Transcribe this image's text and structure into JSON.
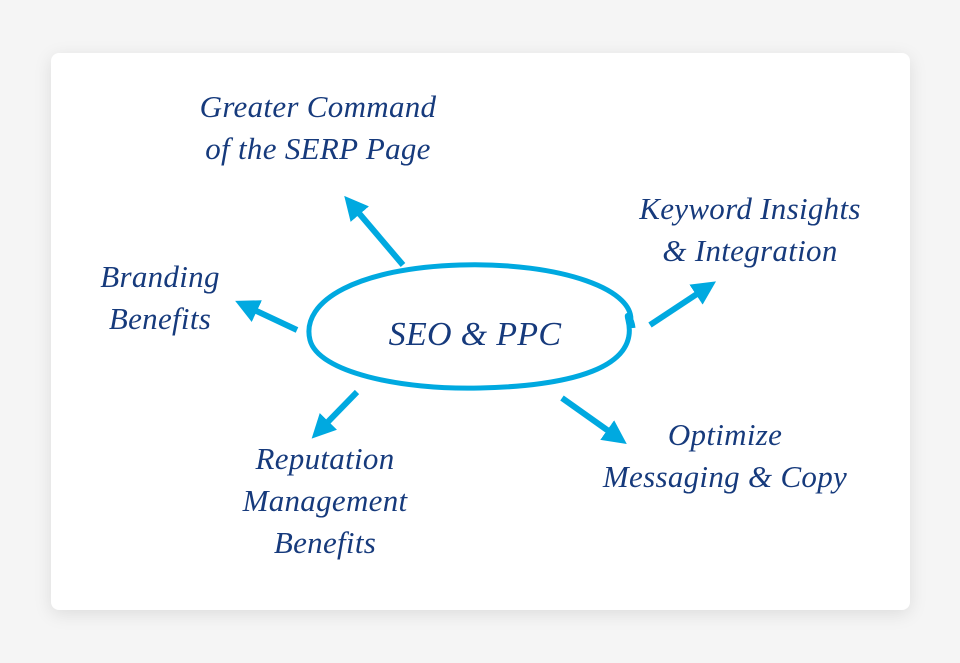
{
  "diagram": {
    "center": "SEO & PPC",
    "nodes": [
      {
        "id": "serp",
        "lines": [
          "Greater Command",
          "of the SERP Page"
        ]
      },
      {
        "id": "keyword",
        "lines": [
          "Keyword Insights",
          "& Integration"
        ]
      },
      {
        "id": "branding",
        "lines": [
          "Branding",
          "Benefits"
        ]
      },
      {
        "id": "reputation",
        "lines": [
          "Reputation",
          "Management",
          "Benefits"
        ]
      },
      {
        "id": "optimize",
        "lines": [
          "Optimize",
          "Messaging & Copy"
        ]
      }
    ]
  },
  "colors": {
    "accent": "#00a9e0",
    "text": "#163a7c",
    "background": "#f5f5f5",
    "card": "#ffffff"
  }
}
